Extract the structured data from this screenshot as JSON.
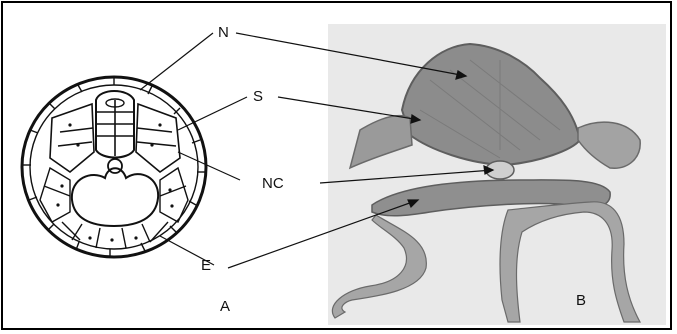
{
  "figure": {
    "labels": {
      "n": "N",
      "s": "S",
      "nc": "NC",
      "e": "E",
      "panel_a": "A",
      "panel_b": "B"
    }
  },
  "colors": {
    "ink": "#111111",
    "micrograph_bg": "#e9e9e9",
    "tissue": "#8c8c8c",
    "tissue_dark": "#5e5e5e",
    "frame": "#000000"
  }
}
